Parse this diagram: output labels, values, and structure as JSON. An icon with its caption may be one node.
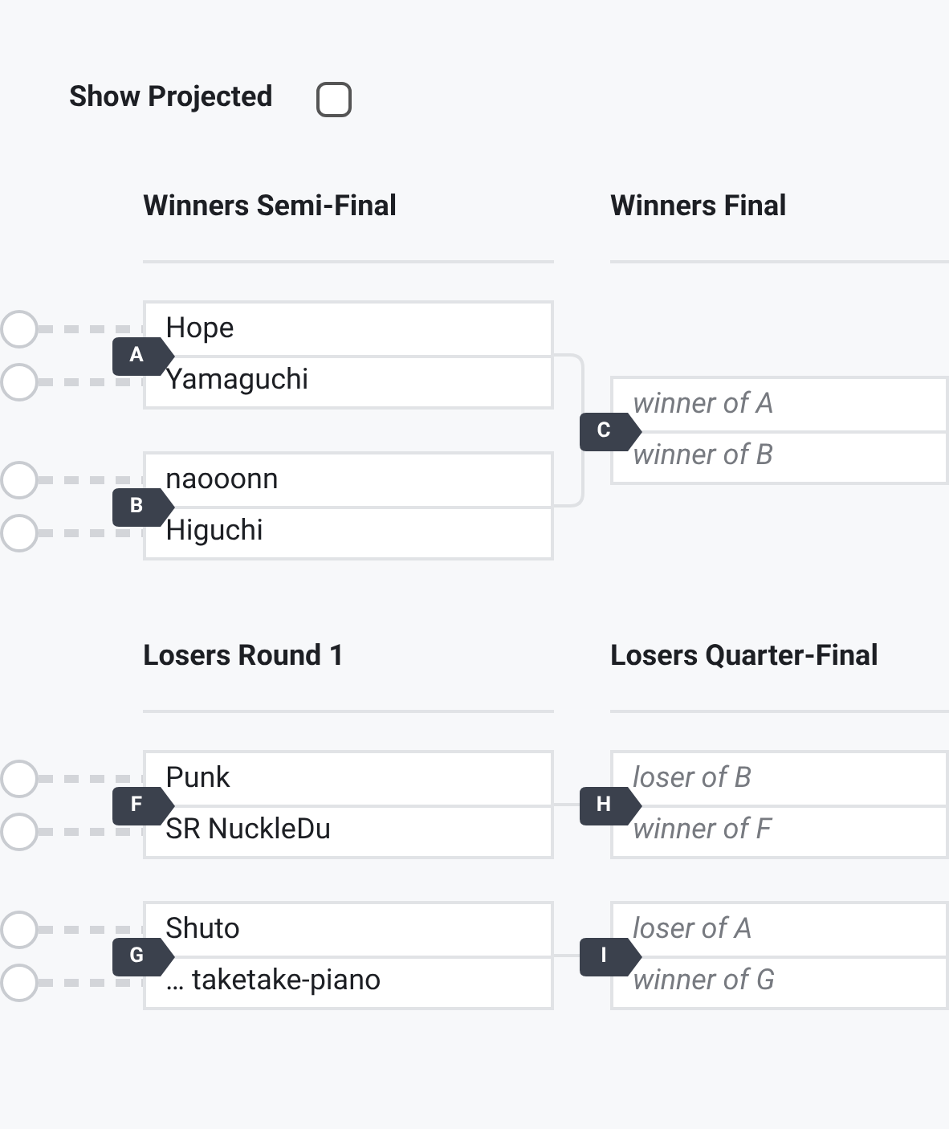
{
  "diagram": {
    "nodes": [
      {
        "text": [
          "A"
        ]
      },
      {
        "text": [
          "Hope"
        ],
        "in": 0
      },
      {
        "text": [
          "Yamaguchi"
        ],
        "in": 0
      },
      {
        "text": [
          "B"
        ]
      },
      {
        "text": [
          "naooonn"
        ],
        "in": 3
      },
      {
        "text": [
          "Higuchi"
        ],
        "in": 3
      },
      {
        "text": [
          "C"
        ]
      },
      {
        "text": [
          "winner of A"
        ],
        "in": 6
      },
      {
        "text": [
          "winner of B"
        ],
        "in": 6
      },
      {
        "text": [
          "F"
        ]
      },
      {
        "text": [
          "Punk"
        ],
        "in": 9
      },
      {
        "text": [
          "SR NuckleDu"
        ],
        "in": 9
      },
      {
        "text": [
          "G"
        ]
      },
      {
        "text": [
          "Shuto"
        ],
        "in": 12
      },
      {
        "text": [
          "… taketake-piano"
        ],
        "in": 12
      },
      {
        "text": [
          "H"
        ]
      },
      {
        "text": [
          "loser of B"
        ],
        "in": 15
      },
      {
        "text": [
          "winner of F"
        ],
        "in": 15
      },
      {
        "text": [
          "I"
        ]
      },
      {
        "text": [
          "loser of A"
        ],
        "in": 18
      },
      {
        "text": [
          "winner of G"
        ],
        "in": 18
      },
      {
        "text": [],
        "shape": "circle"
      },
      {
        "text": [],
        "shape": "circle"
      },
      {
        "text": [],
        "shape": "circle"
      },
      {
        "text": [],
        "shape": "circle"
      },
      {
        "text": [],
        "shape": "circle"
      },
      {
        "text": [],
        "shape": "circle"
      },
      {
        "text": [],
        "shape": "circle"
      },
      {
        "text": [],
        "shape": "circle"
      }
    ],
    "edges": [
      {
        "from": 21,
        "to": 1,
        "arrow": "none",
        "style": "dashed"
      },
      {
        "from": 22,
        "to": 2,
        "arrow": "none",
        "style": "dashed"
      },
      {
        "from": 23,
        "to": 4,
        "arrow": "none",
        "style": "dashed"
      },
      {
        "from": 24,
        "to": 5,
        "arrow": "none",
        "style": "dashed"
      },
      {
        "from": 25,
        "to": 10,
        "arrow": "none",
        "style": "dashed"
      },
      {
        "from": 26,
        "to": 11,
        "arrow": "none",
        "style": "dashed"
      },
      {
        "from": 27,
        "to": 13,
        "arrow": "none",
        "style": "dashed"
      },
      {
        "from": 28,
        "to": 14,
        "arrow": "none",
        "style": "dashed"
      },
      {
        "from": 0,
        "to": 6,
        "arrow": "none"
      },
      {
        "from": 3,
        "to": 6,
        "arrow": "none"
      },
      {
        "from": 9,
        "to": 15,
        "arrow": "none"
      },
      {
        "from": 12,
        "to": 18,
        "arrow": "none"
      }
    ],
    "labels": [
      "Show Projected",
      "Winners Semi-Final",
      "Winners Final",
      "Losers Round 1",
      "Losers Quarter-Final"
    ]
  }
}
